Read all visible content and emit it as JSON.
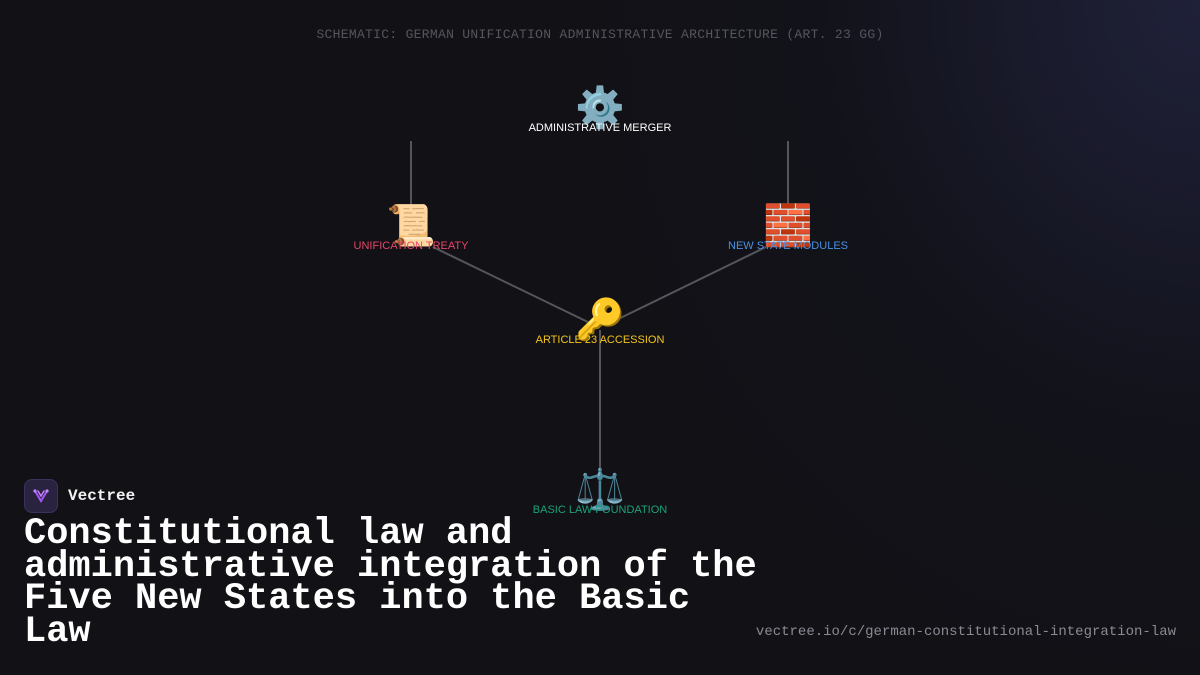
{
  "schematic_title": "SCHEMATIC: GERMAN UNIFICATION ADMINISTRATIVE ARCHITECTURE (ART. 23 GG)",
  "nodes": [
    {
      "id": "merger",
      "icon": "⚙️",
      "icon_name": "gear-icon",
      "label": "ADMINISTRATIVE MERGER",
      "color": "#ffffff"
    },
    {
      "id": "treaty",
      "icon": "📜",
      "icon_name": "scroll-icon",
      "label": "UNIFICATION TREATY",
      "color": "#e8456a"
    },
    {
      "id": "modules",
      "icon": "🧱",
      "icon_name": "brick-icon",
      "label": "NEW STATE MODULES",
      "color": "#4a90e2"
    },
    {
      "id": "accession",
      "icon": "🔑",
      "icon_name": "key-icon",
      "label": "ARTICLE 23 ACCESSION",
      "color": "#f5c518"
    },
    {
      "id": "foundation",
      "icon": "⚖️",
      "icon_name": "scales-icon",
      "label": "BASIC LAW FOUNDATION",
      "color": "#1aa37a"
    }
  ],
  "edges": [
    {
      "from": "treaty",
      "to": "accession"
    },
    {
      "from": "modules",
      "to": "accession"
    },
    {
      "from": "accession",
      "to": "foundation"
    },
    {
      "from": "treaty",
      "to": "treaty_top"
    },
    {
      "from": "modules",
      "to": "modules_top"
    }
  ],
  "brand": {
    "name": "Vectree",
    "logo_icon": "vectree-logo-icon"
  },
  "headline": "Constitutional law and administrative integration of the Five New States into the Basic Law",
  "url": "vectree.io/c/german-constitutional-integration-law"
}
